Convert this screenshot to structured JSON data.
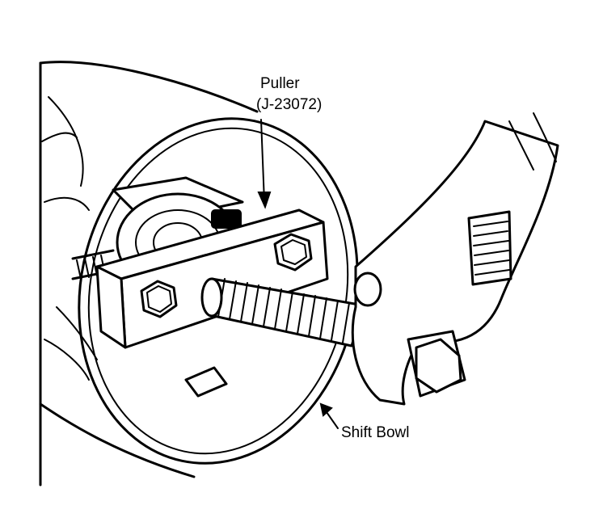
{
  "labels": {
    "puller": "Puller",
    "puller_part": "(J-23072)",
    "shift_bowl": "Shift Bowl"
  },
  "colors": {
    "ink": "#000000",
    "paper": "#ffffff"
  }
}
